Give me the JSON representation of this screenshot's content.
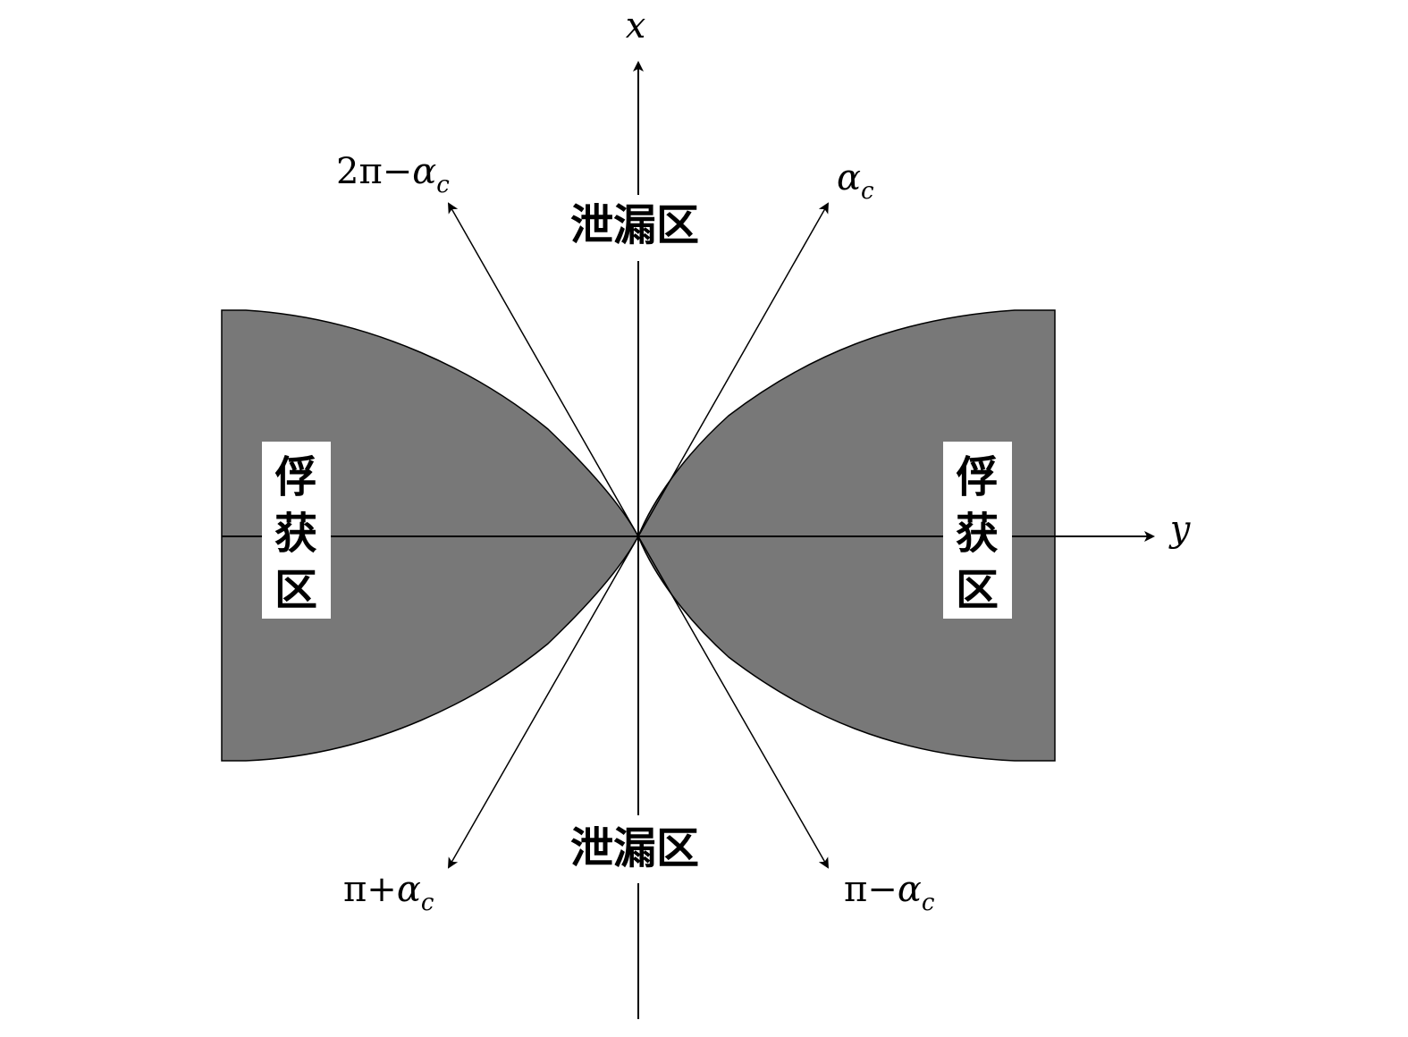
{
  "axes": {
    "x_label": "x",
    "y_label": "y"
  },
  "angle_labels": {
    "alpha_c": {
      "symbol": "α",
      "sub": "c"
    },
    "two_pi_minus_alpha_c": {
      "prefix": "2π−",
      "symbol": "α",
      "sub": "c"
    },
    "pi_plus_alpha_c": {
      "prefix": "π+",
      "symbol": "α",
      "sub": "c"
    },
    "pi_minus_alpha_c": {
      "prefix": "π−",
      "symbol": "α",
      "sub": "c"
    }
  },
  "zones": {
    "leakage_top": "泄漏区",
    "leakage_bottom": "泄漏区",
    "capture_left": [
      "俘",
      "获",
      "区"
    ],
    "capture_right": [
      "俘",
      "获",
      "区"
    ]
  },
  "colors": {
    "capture_fill": "#787878",
    "line": "#000000",
    "background": "#ffffff"
  }
}
